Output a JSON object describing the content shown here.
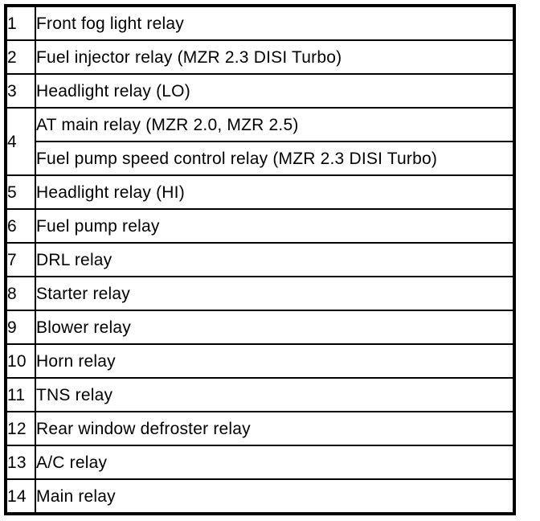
{
  "document": {
    "kind": "relay-box-legend-table"
  },
  "colors": {
    "border": "#000000",
    "background": "#ffffff",
    "text": "#000000"
  },
  "table": {
    "columns": [
      "number",
      "relay_name"
    ],
    "rows": [
      {
        "num": "1",
        "labels": [
          "Front fog light relay"
        ]
      },
      {
        "num": "2",
        "labels": [
          "Fuel injector relay (MZR 2.3 DISI Turbo)"
        ]
      },
      {
        "num": "3",
        "labels": [
          "Headlight relay (LO)"
        ]
      },
      {
        "num": "4",
        "labels": [
          "AT main relay (MZR 2.0, MZR 2.5)",
          "Fuel pump speed control relay (MZR 2.3 DISI Turbo)"
        ]
      },
      {
        "num": "5",
        "labels": [
          "Headlight relay (HI)"
        ]
      },
      {
        "num": "6",
        "labels": [
          "Fuel pump relay"
        ]
      },
      {
        "num": "7",
        "labels": [
          "DRL relay"
        ]
      },
      {
        "num": "8",
        "labels": [
          "Starter relay"
        ]
      },
      {
        "num": "9",
        "labels": [
          "Blower relay"
        ]
      },
      {
        "num": "10",
        "labels": [
          "Horn relay"
        ]
      },
      {
        "num": "11",
        "labels": [
          "TNS relay"
        ]
      },
      {
        "num": "12",
        "labels": [
          "Rear window defroster relay"
        ]
      },
      {
        "num": "13",
        "labels": [
          "A/C relay"
        ]
      },
      {
        "num": "14",
        "labels": [
          "Main relay"
        ]
      }
    ]
  }
}
